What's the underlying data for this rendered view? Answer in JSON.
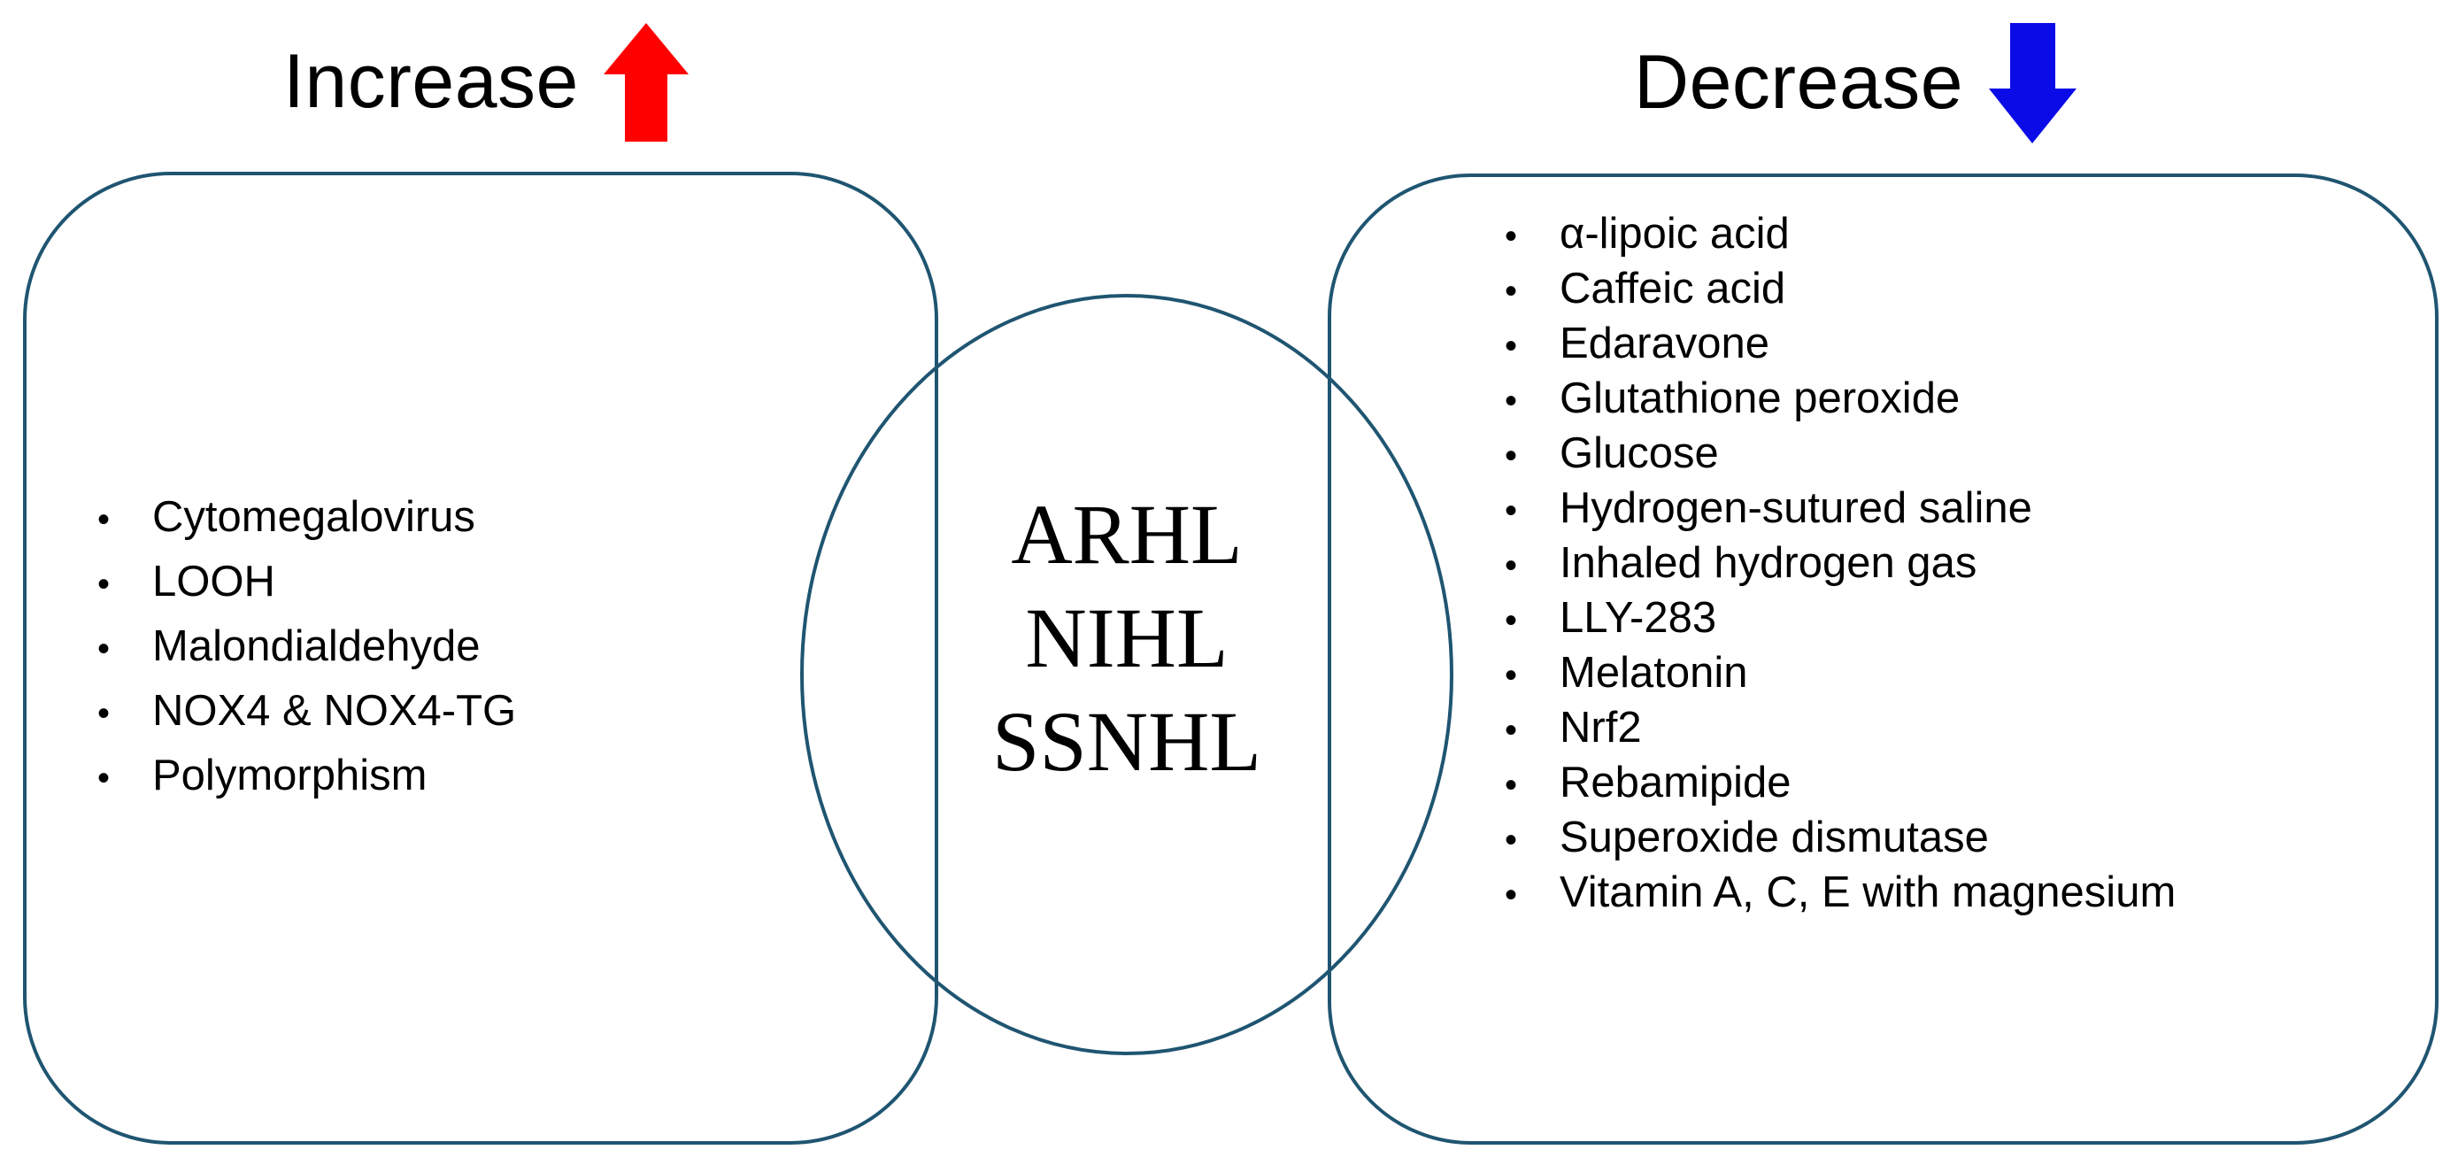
{
  "headers": {
    "increase": {
      "label": "Increase",
      "icon": "arrow-up-icon",
      "color": "#FF0000"
    },
    "decrease": {
      "label": "Decrease",
      "icon": "arrow-down-icon",
      "color": "#0B0BE8"
    }
  },
  "shapes": {
    "stroke_color": "#1F5571",
    "fill_color": "#FFFFFF",
    "left_box": "rounded-rectangle",
    "right_box": "rounded-rectangle",
    "center": "ellipse"
  },
  "increase_panel": {
    "bullet_glyph": "•",
    "items": [
      "Cytomegalovirus",
      "LOOH",
      "Malondialdehyde",
      "NOX4  & NOX4-TG",
      "Polymorphism"
    ]
  },
  "decrease_panel": {
    "bullet_glyph": "•",
    "items": [
      "α-lipoic acid",
      "Caffeic acid",
      "Edaravone",
      "Glutathione peroxide",
      "Glucose",
      "Hydrogen-sutured saline",
      "Inhaled hydrogen gas",
      "LLY-283",
      "Melatonin",
      "Nrf2",
      "Rebamipide",
      "Superoxide dismutase",
      "Vitamin A, C, E with magnesium"
    ]
  },
  "center_ellipse": {
    "lines": [
      "ARHL",
      "NIHL",
      "SSNHL"
    ]
  }
}
